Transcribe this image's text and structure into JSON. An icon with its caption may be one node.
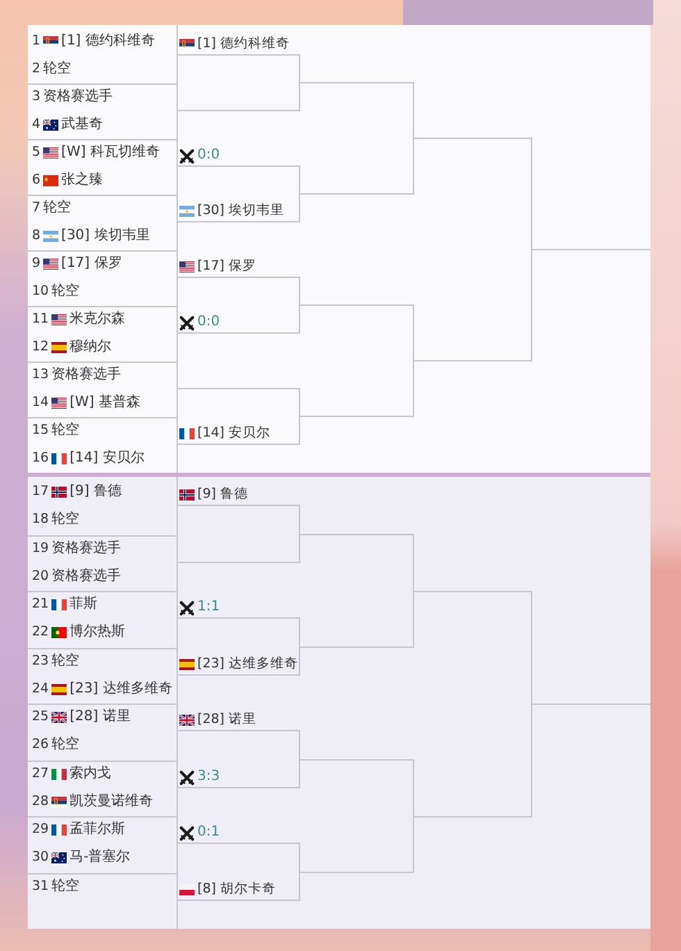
{
  "diagram": {
    "nodes": [
      {
        "text": [
          "1",
          "[1] 德约科维奇"
        ]
      },
      {
        "text": [
          "2",
          "轮空"
        ]
      },
      {
        "text": [
          "3",
          "资格赛选手"
        ]
      },
      {
        "text": [
          "4",
          "武基奇"
        ]
      },
      {
        "text": [
          "5",
          "[W] 科瓦切维奇"
        ]
      },
      {
        "text": [
          "6",
          "张之臻"
        ]
      },
      {
        "text": [
          "7",
          "轮空"
        ]
      },
      {
        "text": [
          "8",
          "[30] 埃切韦里"
        ]
      },
      {
        "text": [
          "9",
          "[17] 保罗"
        ]
      },
      {
        "text": [
          "10",
          "轮空"
        ]
      },
      {
        "text": [
          "11",
          "米克尔森"
        ]
      },
      {
        "text": [
          "12",
          "穆纳尔"
        ]
      },
      {
        "text": [
          "13",
          "资格赛选手"
        ]
      },
      {
        "text": [
          "14",
          "[W] 基普森"
        ]
      },
      {
        "text": [
          "15",
          "轮空"
        ]
      },
      {
        "text": [
          "16",
          "[14] 安贝尔"
        ]
      },
      {
        "text": [
          "17",
          "[9] 鲁德"
        ]
      },
      {
        "text": [
          "18",
          "轮空"
        ]
      },
      {
        "text": [
          "19",
          "资格赛选手"
        ]
      },
      {
        "text": [
          "20",
          "资格赛选手"
        ]
      },
      {
        "text": [
          "21",
          "菲斯"
        ]
      },
      {
        "text": [
          "22",
          "博尔热斯"
        ]
      },
      {
        "text": [
          "23",
          "轮空"
        ]
      },
      {
        "text": [
          "24",
          "[23] 达维多维奇"
        ]
      },
      {
        "text": [
          "25",
          "[28] 诺里"
        ]
      },
      {
        "text": [
          "26",
          "轮空"
        ]
      },
      {
        "text": [
          "27",
          "索内戈"
        ]
      },
      {
        "text": [
          "28",
          "凯茨曼诺维奇"
        ]
      },
      {
        "text": [
          "29",
          "孟菲尔斯"
        ]
      },
      {
        "text": [
          "30",
          "马-普塞尔"
        ]
      },
      {
        "text": [
          "31",
          "轮空"
        ]
      },
      {
        "text": [
          "[1] 德约科维奇"
        ]
      },
      {
        "text": [],
        "shape": "line"
      },
      {
        "text": [
          "0:0"
        ]
      },
      {
        "text": [
          "[30] 埃切韦里"
        ]
      },
      {
        "text": [
          "[17] 保罗"
        ]
      },
      {
        "text": [
          "0:0"
        ]
      },
      {
        "text": [],
        "shape": "line"
      },
      {
        "text": [
          "[14] 安贝尔"
        ]
      },
      {
        "text": [
          "[9] 鲁德"
        ]
      },
      {
        "text": [],
        "shape": "line"
      },
      {
        "text": [
          "1:1"
        ]
      },
      {
        "text": [
          "[23] 达维多维奇"
        ]
      },
      {
        "text": [
          "[28] 诺里"
        ]
      },
      {
        "text": [
          "3:3"
        ]
      },
      {
        "text": [
          "0:1"
        ]
      },
      {
        "text": [
          "[8] 胡尔卡奇"
        ]
      },
      {
        "text": [],
        "shape": "line"
      },
      {
        "text": [],
        "shape": "line"
      },
      {
        "text": [],
        "shape": "line"
      },
      {
        "text": [],
        "shape": "line"
      },
      {
        "text": [],
        "shape": "line"
      },
      {
        "text": [],
        "shape": "line"
      },
      {
        "text": [],
        "shape": "line"
      },
      {
        "text": [],
        "shape": "line"
      },
      {
        "text": [],
        "shape": "line"
      },
      {
        "text": [],
        "shape": "line"
      },
      {
        "text": [],
        "shape": "line"
      },
      {
        "text": [],
        "shape": "line"
      },
      {
        "text": [],
        "shape": "line"
      },
      {
        "text": [],
        "shape": "line"
      }
    ],
    "edges": [
      {
        "from": 31,
        "to": 47,
        "arrow": "none"
      },
      {
        "from": 32,
        "to": 47,
        "arrow": "none"
      },
      {
        "from": 33,
        "to": 48,
        "arrow": "none"
      },
      {
        "from": 34,
        "to": 48,
        "arrow": "none"
      },
      {
        "from": 35,
        "to": 49,
        "arrow": "none"
      },
      {
        "from": 36,
        "to": 49,
        "arrow": "none"
      },
      {
        "from": 37,
        "to": 50,
        "arrow": "none"
      },
      {
        "from": 38,
        "to": 50,
        "arrow": "none"
      },
      {
        "from": 39,
        "to": 51,
        "arrow": "none"
      },
      {
        "from": 40,
        "to": 51,
        "arrow": "none"
      },
      {
        "from": 41,
        "to": 52,
        "arrow": "none"
      },
      {
        "from": 42,
        "to": 52,
        "arrow": "none"
      },
      {
        "from": 43,
        "to": 53,
        "arrow": "none"
      },
      {
        "from": 44,
        "to": 53,
        "arrow": "none"
      },
      {
        "from": 45,
        "to": 54,
        "arrow": "none"
      },
      {
        "from": 46,
        "to": 54,
        "arrow": "none"
      },
      {
        "from": 47,
        "to": 55,
        "arrow": "none"
      },
      {
        "from": 48,
        "to": 55,
        "arrow": "none"
      },
      {
        "from": 49,
        "to": 56,
        "arrow": "none"
      },
      {
        "from": 50,
        "to": 56,
        "arrow": "none"
      },
      {
        "from": 51,
        "to": 57,
        "arrow": "none"
      },
      {
        "from": 52,
        "to": 57,
        "arrow": "none"
      },
      {
        "from": 53,
        "to": 58,
        "arrow": "none"
      },
      {
        "from": 54,
        "to": 58,
        "arrow": "none"
      },
      {
        "from": 55,
        "to": 59,
        "arrow": "none"
      },
      {
        "from": 56,
        "to": 59,
        "arrow": "none"
      },
      {
        "from": 57,
        "to": 60,
        "arrow": "none"
      },
      {
        "from": 58,
        "to": 60,
        "arrow": "none"
      }
    ]
  }
}
